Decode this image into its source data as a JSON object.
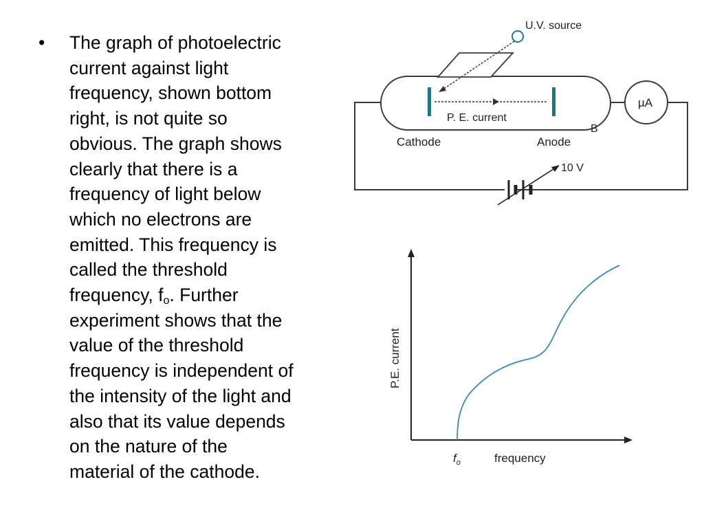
{
  "bullet": {
    "marker": "•",
    "lines": [
      "The graph of photoelectric",
      "current against light",
      "frequency, shown bottom",
      "right, is not quite so",
      "obvious. The graph shows",
      "clearly that there is a",
      "frequency of light below",
      "which no electrons are",
      "emitted. This frequency is",
      "called the threshold"
    ],
    "line11_before": "frequency, f",
    "line11_sub": "o",
    "line11_after": ". Further",
    "lines_after": [
      "experiment shows that the",
      "value of the threshold",
      "frequency is independent of",
      "the intensity of the light and",
      "also that its value depends",
      "on the nature of the",
      "material of the cathode."
    ]
  },
  "circuit": {
    "uv_source_label": "U.V. source",
    "pe_current_label": "P. E. current",
    "cathode_label": "Cathode",
    "anode_label": "Anode",
    "tube_label": "B",
    "meter_label": "µA",
    "battery_label": "10 V",
    "electrode_color": "#1a7a8c",
    "uv_color": "#1a7a8c"
  },
  "graph": {
    "y_label": "P.E. current",
    "x_label": "frequency",
    "threshold_label": "f",
    "threshold_sub": "o",
    "curve_color": "#3a8ab0"
  }
}
